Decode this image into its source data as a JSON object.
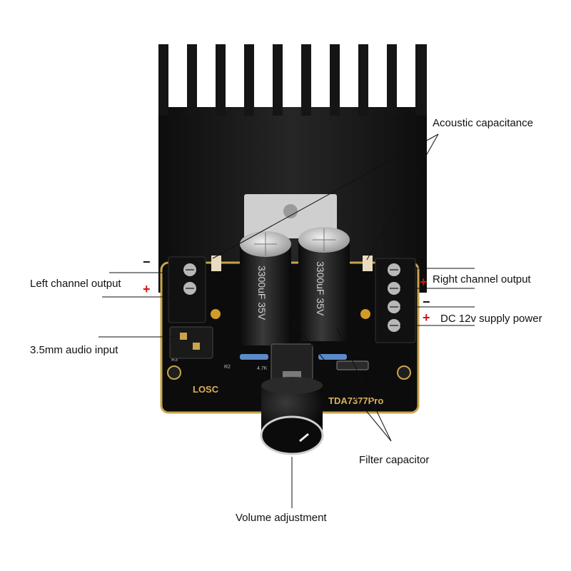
{
  "labels": {
    "acoustic_capacitance": "Acoustic capacitance",
    "left_channel_output": "Left channel output",
    "right_channel_output": "Right channel output",
    "dc_supply_power": "DC 12v supply power",
    "audio_input": "3.5mm audio input",
    "filter_capacitor": "Filter capacitor",
    "volume_adjustment": "Volume adjustment"
  },
  "signs": {
    "minus": "−",
    "plus": "+"
  },
  "board": {
    "brand": "LOSC",
    "model": "TDA7377Pro",
    "cap_left_text": "3300uF 35V",
    "cap_right_text": "3300uF 35V",
    "resistor_label": "4.7K",
    "ref_r2": "R2",
    "ref_r3": "R3"
  },
  "colors": {
    "plus_sign": "#d41414",
    "heatsink": "#151515",
    "pcb": "#0c0c0c",
    "pcb_edge": "#c9a44a",
    "terminal": "#111111",
    "screw": "#b8b8b8"
  }
}
